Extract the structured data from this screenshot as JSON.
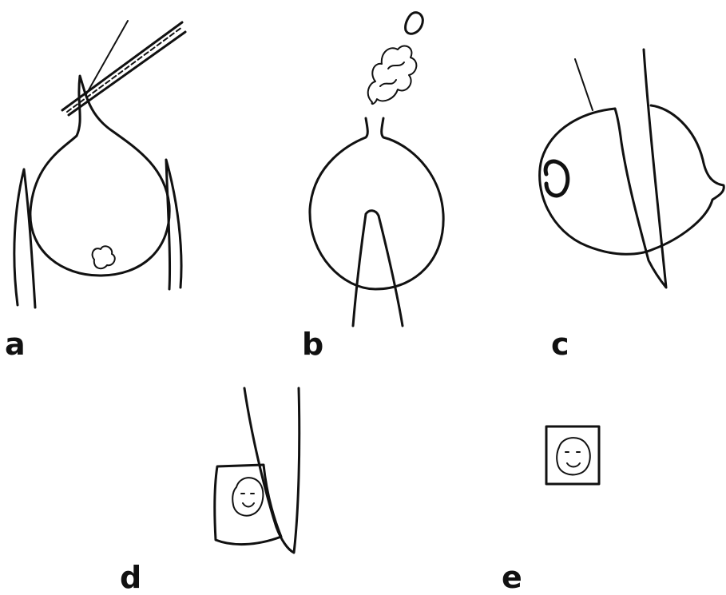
{
  "panels": [
    {
      "id": "a",
      "label": "a"
    },
    {
      "id": "b",
      "label": "b"
    },
    {
      "id": "c",
      "label": "c"
    },
    {
      "id": "d",
      "label": "d"
    },
    {
      "id": "e",
      "label": "e"
    }
  ]
}
